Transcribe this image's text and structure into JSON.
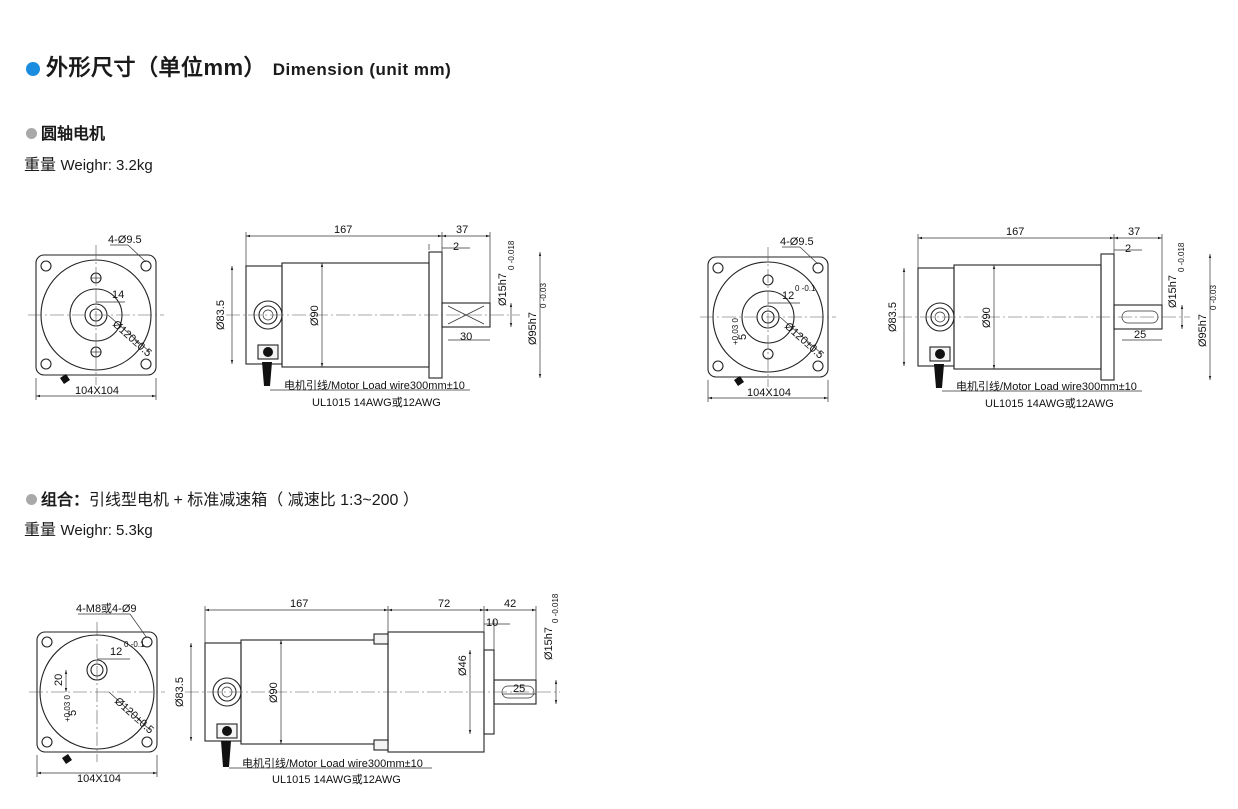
{
  "header": {
    "title_cn": "外形尺寸（单位mm）",
    "title_en": "Dimension (unit mm)"
  },
  "sections": [
    {
      "heading": "圆轴电机",
      "weight_cn": "重量",
      "weight_en": "Weighr: 3.2kg"
    },
    {
      "heading": "组合：",
      "heading_rest": "引线型电机 + 标准减速箱（ 减速比 1:3~200 ）",
      "weight_cn": "重量",
      "weight_en": "Weighr: 5.3kg"
    }
  ],
  "drawings": {
    "round_shaft": {
      "holes": "4-Ø9.5",
      "shaft_len": "14",
      "pcd": "Ø120±0.5",
      "flange": "104X104",
      "length": "167",
      "length2": "37",
      "step": "2",
      "body_dia": "Ø83.5",
      "motor_dia": "Ø90",
      "shaft_dia": "Ø15h7",
      "shaft_tol": "0 -0.018",
      "pilot_dia": "Ø95h7",
      "pilot_tol": "0 -0.03",
      "shaft_flat": "30",
      "wire1": "电机引线/Motor Load wire300mm±10",
      "wire2": "UL1015 14AWG或12AWG"
    },
    "keyed_shaft": {
      "holes": "4-Ø9.5",
      "key_w": "12",
      "key_tol": "0 -0.1",
      "key_h": "5",
      "key_h_tol": "+0.03 0",
      "pcd": "Ø120±0.5",
      "flange": "104X104",
      "length": "167",
      "length2": "37",
      "step": "2",
      "body_dia": "Ø83.5",
      "motor_dia": "Ø90",
      "shaft_dia": "Ø15h7",
      "shaft_tol": "0 -0.018",
      "pilot_dia": "Ø95h7",
      "pilot_tol": "0 -0.03",
      "key_len": "25",
      "wire1": "电机引线/Motor Load wire300mm±10",
      "wire2": "UL1015 14AWG或12AWG"
    },
    "gearbox": {
      "holes": "4-M8或4-Ø9",
      "key_w": "12",
      "key_tol": "0 -0.1",
      "offset": "20",
      "key_h": "5",
      "key_h_tol": "+0.03 0",
      "pcd": "Ø120±0.5",
      "flange": "104X104",
      "length": "167",
      "gear_len": "72",
      "shaft_len": "42",
      "step": "10",
      "body_dia": "Ø83.5",
      "motor_dia": "Ø90",
      "boss_dia": "Ø46",
      "shaft_dia": "Ø15h7",
      "shaft_tol": "0 -0.018",
      "key_len": "25",
      "wire1": "电机引线/Motor Load wire300mm±10",
      "wire2": "UL1015 14AWG或12AWG"
    }
  }
}
